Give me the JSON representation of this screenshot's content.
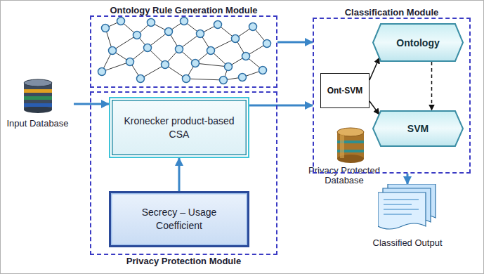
{
  "diagram": {
    "nodes": [
      {
        "text": [
          "Ontology Rule Generation Module"
        ]
      },
      {
        "text": [
          "Classification Module"
        ]
      },
      {
        "text": [
          "Ontology"
        ],
        "in": 1
      },
      {
        "text": [
          "Ont-SVM"
        ],
        "in": 1
      },
      {
        "text": [
          "SVM"
        ],
        "in": 1
      },
      {
        "text": [
          "Input Database"
        ]
      },
      {
        "text": [
          "Privacy Protection Module"
        ]
      },
      {
        "text": [
          "Kronecker product-based CSA"
        ],
        "in": 6
      },
      {
        "text": [
          "Secrecy – Usage Coefficient"
        ],
        "in": 6
      },
      {
        "text": [
          "Classified Output"
        ]
      }
    ],
    "edges": [
      {
        "from": 5,
        "to": 7,
        "arrow": "to"
      },
      {
        "from": 8,
        "to": 7,
        "arrow": "to"
      },
      {
        "from": 0,
        "to": 1,
        "arrow": "to"
      },
      {
        "from": 7,
        "to": 1,
        "arrow": "to"
      },
      {
        "from": 3,
        "to": 2,
        "arrow": "to"
      },
      {
        "from": 3,
        "to": 4,
        "arrow": "to"
      },
      {
        "from": 2,
        "to": 4,
        "arrow": "to"
      },
      {
        "from": 1,
        "to": 9,
        "arrow": "to"
      }
    ],
    "labels": [
      "Privacy Protected Database"
    ]
  }
}
